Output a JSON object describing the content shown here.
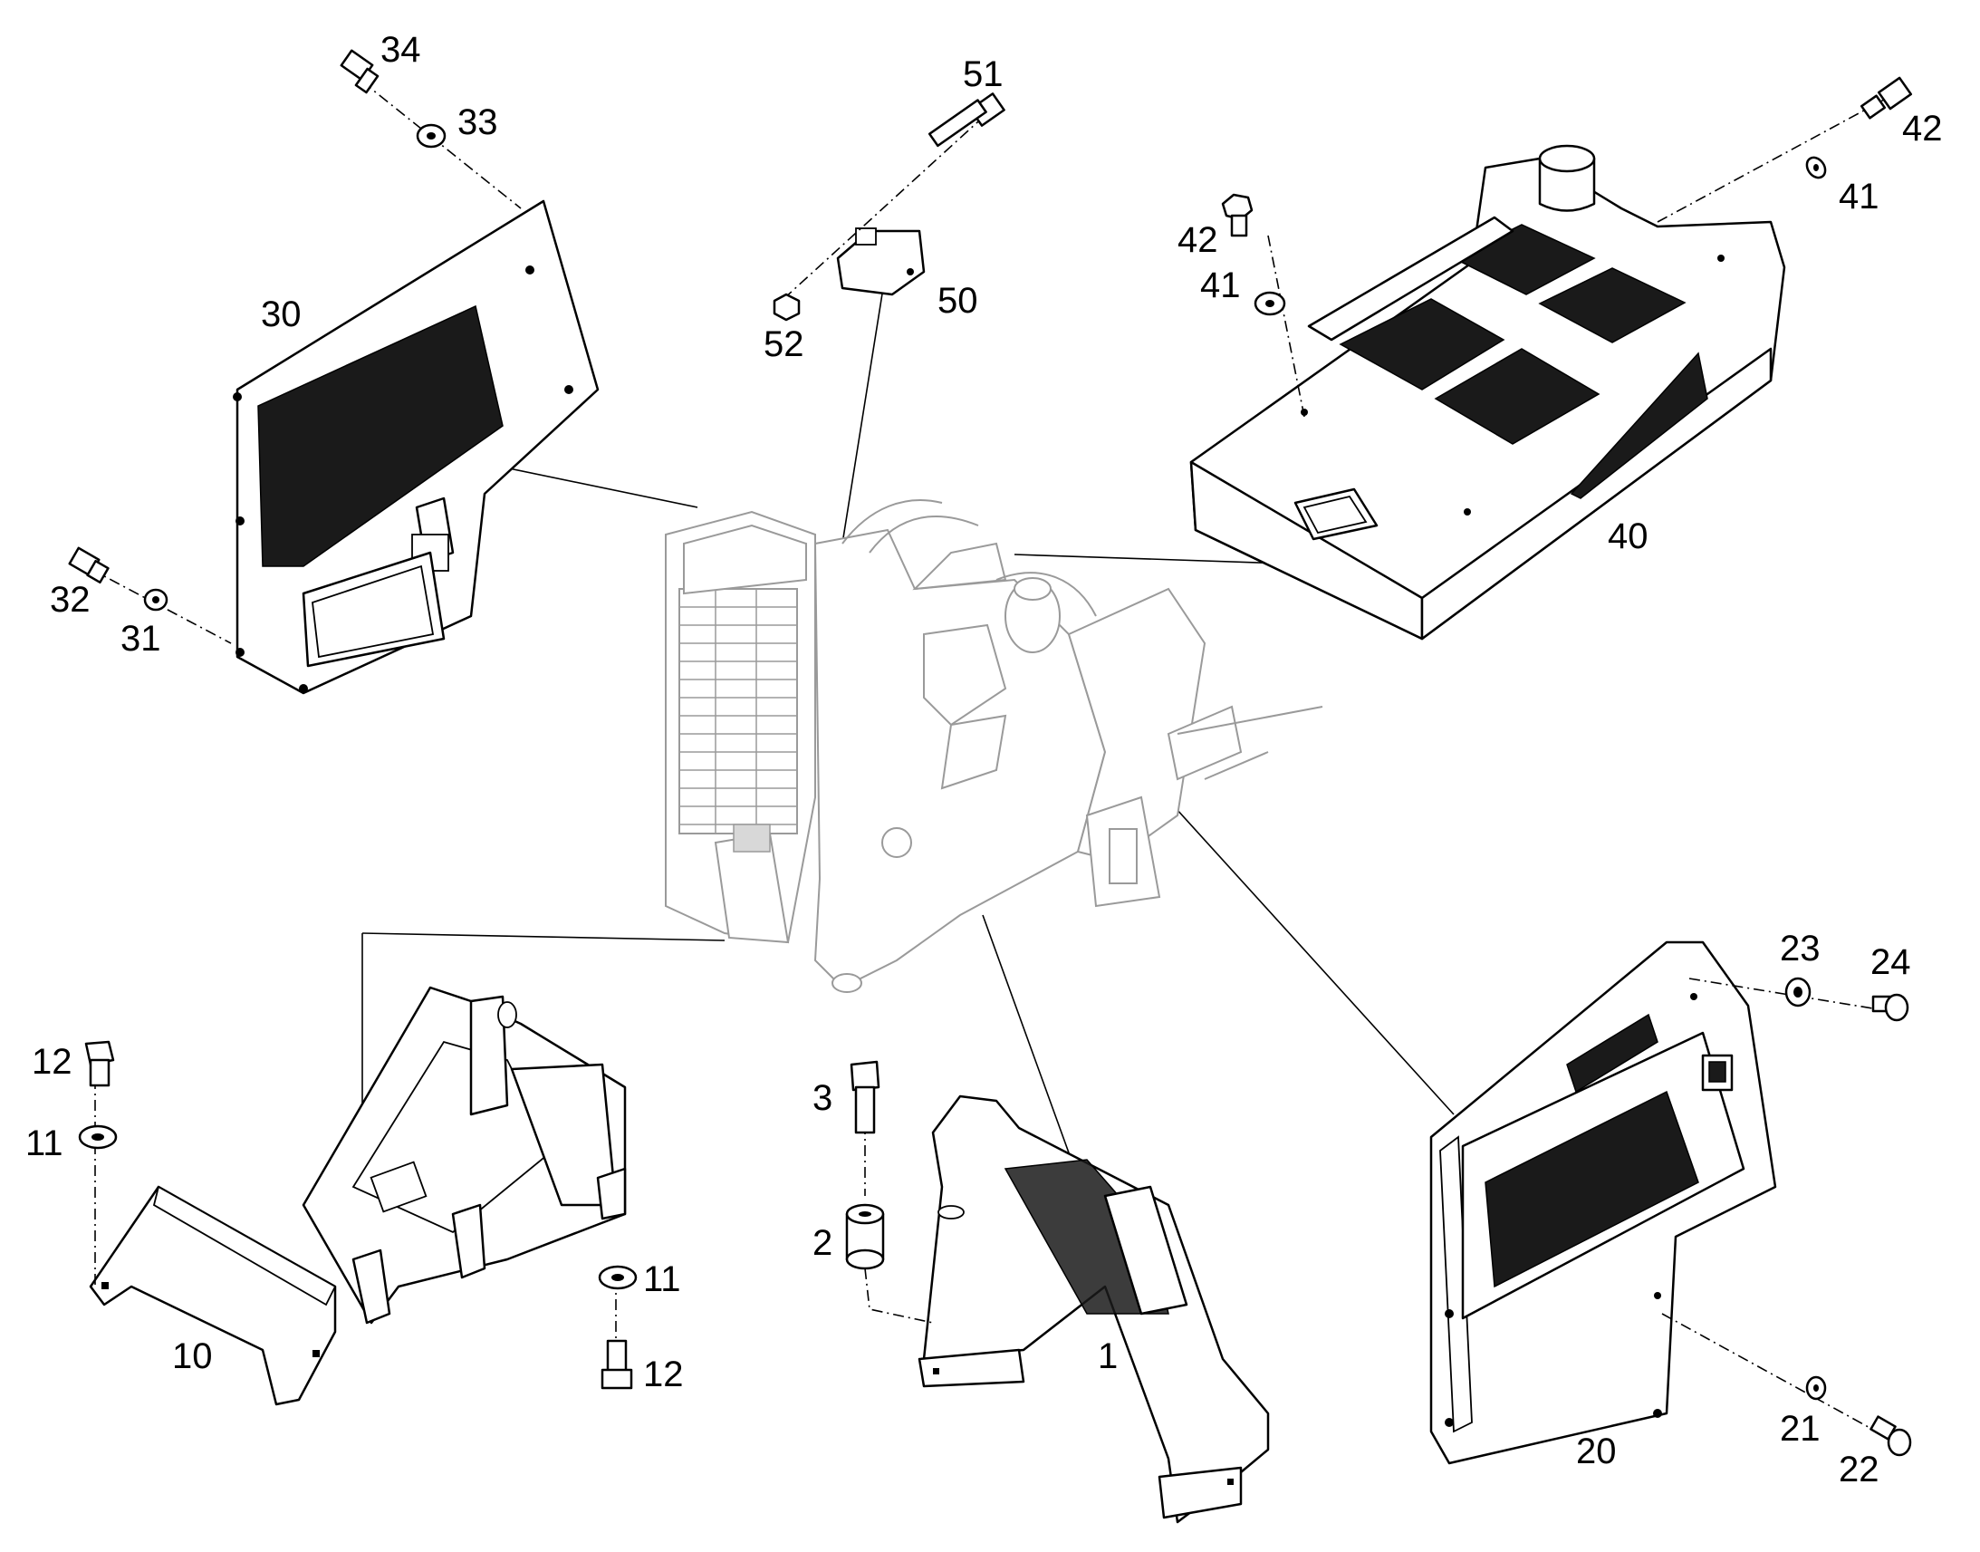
{
  "callouts": [
    {
      "id": "c1",
      "text": "1"
    },
    {
      "id": "c2",
      "text": "2"
    },
    {
      "id": "c3",
      "text": "3"
    },
    {
      "id": "c10",
      "text": "10"
    },
    {
      "id": "c11a",
      "text": "11"
    },
    {
      "id": "c11b",
      "text": "11"
    },
    {
      "id": "c12a",
      "text": "12"
    },
    {
      "id": "c12b",
      "text": "12"
    },
    {
      "id": "c20",
      "text": "20"
    },
    {
      "id": "c21",
      "text": "21"
    },
    {
      "id": "c22",
      "text": "22"
    },
    {
      "id": "c23",
      "text": "23"
    },
    {
      "id": "c24",
      "text": "24"
    },
    {
      "id": "c30",
      "text": "30"
    },
    {
      "id": "c31",
      "text": "31"
    },
    {
      "id": "c32",
      "text": "32"
    },
    {
      "id": "c33",
      "text": "33"
    },
    {
      "id": "c34",
      "text": "34"
    },
    {
      "id": "c40",
      "text": "40"
    },
    {
      "id": "c41a",
      "text": "41"
    },
    {
      "id": "c41b",
      "text": "41"
    },
    {
      "id": "c42a",
      "text": "42"
    },
    {
      "id": "c42b",
      "text": "42"
    },
    {
      "id": "c50",
      "text": "50"
    },
    {
      "id": "c51",
      "text": "51"
    },
    {
      "id": "c52",
      "text": "52"
    }
  ]
}
